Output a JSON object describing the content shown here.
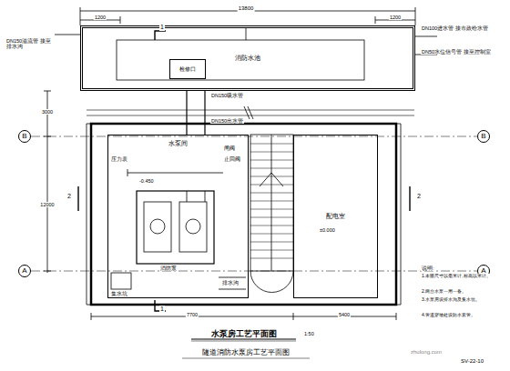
{
  "diagram": {
    "title": "水泵房工艺平面图",
    "caption": "隧道消防水泵房工艺平面图",
    "nodes": [
      {
        "text": [
          "消防水池"
        ]
      },
      {
        "text": [
          "检修口"
        ],
        "in": 0
      },
      {
        "text": [
          "水泵间"
        ]
      },
      {
        "text": [
          "配电室"
        ]
      },
      {
        "text": [
          "B"
        ]
      },
      {
        "text": [
          "A"
        ]
      },
      {
        "text": [
          "B"
        ]
      },
      {
        "text": [
          "A"
        ]
      }
    ],
    "edges": [
      {
        "from": 2,
        "to": 0,
        "arrow": "none"
      },
      {
        "from": 2,
        "to": 0,
        "arrow": "none"
      }
    ],
    "labels": [
      "13800",
      "1200",
      "1200",
      "DN150溢流管 接至排水沟",
      "DN100进水管 接市政给水管",
      "DN50水位信号管 接至控制室",
      "DN150吸水管",
      "DN150出水管",
      "压力表",
      "闸阀",
      "止回阀",
      "消防泵",
      "集水坑",
      "排水沟",
      "±0.000",
      "-0.450",
      "12000",
      "3000",
      "7700",
      "5400",
      "1",
      "1",
      "2",
      "2",
      "1:50",
      "SV-22-10",
      "说明:",
      "1.本图尺寸以毫米计,标高以米计。",
      "2.两台水泵一用一备。",
      "3.水泵房设排水沟及集水坑。",
      "4.管道穿墙处设防水套管。",
      "zhulong.com"
    ]
  }
}
